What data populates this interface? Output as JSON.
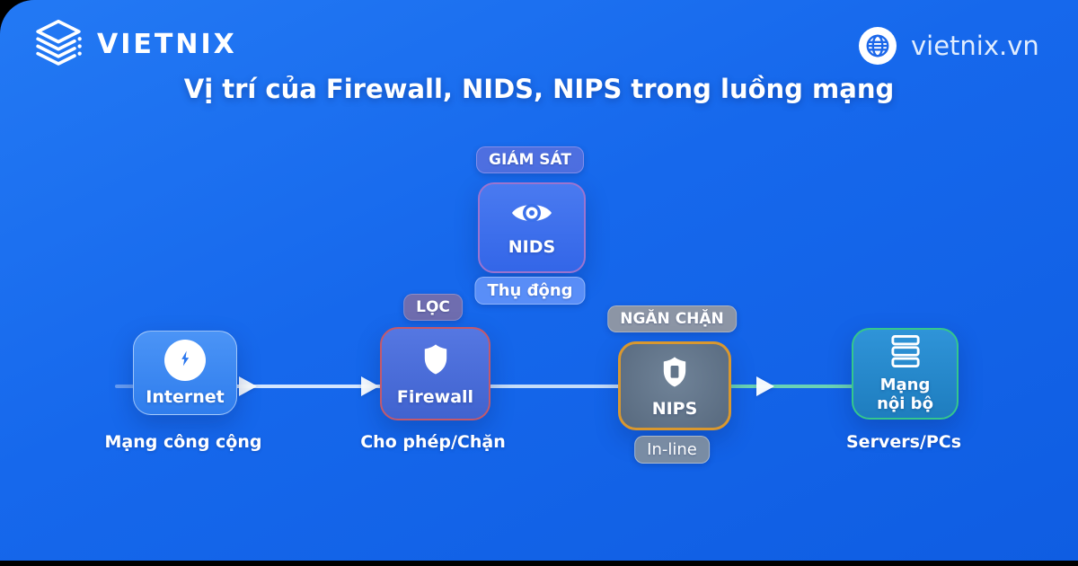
{
  "header": {
    "brand": "VIETNIX",
    "site": "vietnix.vn"
  },
  "title": "Vị trí của Firewall, NIDS, NIPS trong luồng mạng",
  "nids": {
    "badge_top": "GIÁM SÁT",
    "label": "NIDS",
    "badge_bottom": "Thụ động"
  },
  "flow": {
    "internet": {
      "label": "Internet",
      "caption": "Mạng công cộng"
    },
    "firewall": {
      "badge_top": "LỌC",
      "label": "Firewall",
      "caption": "Cho phép/Chặn"
    },
    "nips": {
      "badge_top": "NGĂN CHẶN",
      "label": "NIPS",
      "badge_bottom": "In-line"
    },
    "lan": {
      "label": "Mạng nội bộ",
      "caption": "Servers/PCs"
    }
  },
  "icons": {
    "brand": "layers-stack-icon",
    "site": "globe-icon",
    "nids": "eye-icon",
    "internet": "bolt-icon",
    "firewall": "shield-icon",
    "nips": "shield-block-icon",
    "lan": "server-stack-icon"
  },
  "colors": {
    "background_top": "#2379f4",
    "background_bottom": "#0f5de2",
    "nids_border": "#9b74d0",
    "firewall_border": "#c4596b",
    "nips_border": "#d9982f",
    "lan_border": "#35c78c",
    "flow_line_light": "#dcedfc",
    "flow_line_teal": "#69d2b5"
  }
}
